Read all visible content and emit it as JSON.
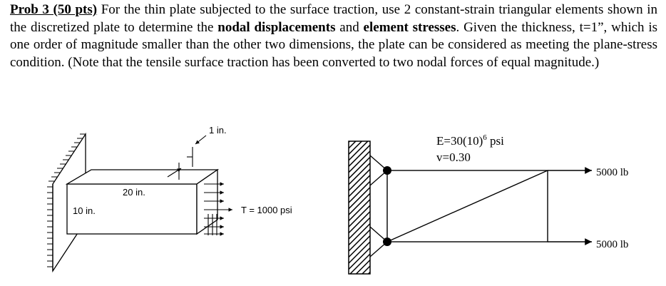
{
  "problem": {
    "label": "Prob 3 (50 pts)",
    "line1_a": "For the thin plate subjected to the surface traction, use 2 constant-strain triangular",
    "line2_a": "elements shown in the discretized plate to determine the",
    "bold1": "nodal displacements",
    "and": "and",
    "bold2": "element stresses",
    "line2_end": ".",
    "rest": "Given the thickness, t=1”, which is one order of magnitude smaller than the other two dimensions, the plate can be considered as meeting the plane-stress condition. (Note that the tensile surface traction has been converted to two nodal forces of equal magnitude.)"
  },
  "left_figure": {
    "thickness_label": "1 in.",
    "length_label": "20 in.",
    "height_label": "10 in.",
    "traction_label": "T = 1000 psi"
  },
  "right_figure": {
    "modulus": "E=30(10)",
    "modulus_exp": "6",
    "modulus_unit": " psi",
    "poisson": "v=0.30",
    "force_top": "5000 lb",
    "force_bottom": "5000 lb"
  }
}
